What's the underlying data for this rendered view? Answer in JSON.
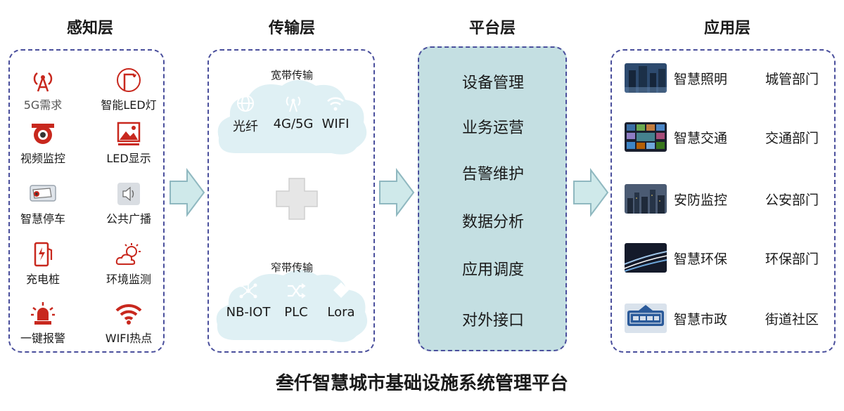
{
  "columns": {
    "sense": "感知层",
    "transport": "传输层",
    "platform": "平台层",
    "application": "应用层"
  },
  "sense_items": [
    {
      "label": "5G需求",
      "icon": "antenna-tower-icon"
    },
    {
      "label": "智能LED灯",
      "icon": "street-lamp-icon"
    },
    {
      "label": "视频监控",
      "icon": "camera-icon"
    },
    {
      "label": "LED显示",
      "icon": "image-display-icon"
    },
    {
      "label": "智慧停车",
      "icon": "cctv-camera-icon"
    },
    {
      "label": "公共广播",
      "icon": "speaker-icon"
    },
    {
      "label": "充电桩",
      "icon": "charging-pile-icon"
    },
    {
      "label": "环境监测",
      "icon": "weather-icon"
    },
    {
      "label": "一键报警",
      "icon": "alarm-siren-icon"
    },
    {
      "label": "WIFI热点",
      "icon": "wifi-icon"
    }
  ],
  "broadband": {
    "title": "宽带传输",
    "items": [
      {
        "label": "光纤",
        "icon": "globe-icon"
      },
      {
        "label": "4G/5G",
        "icon": "signal-tower-icon"
      },
      {
        "label": "WIFI",
        "icon": "wifi-icon"
      }
    ]
  },
  "narrowband": {
    "title": "窄带传输",
    "items": [
      {
        "label": "NB-IOT",
        "icon": "network-nodes-icon"
      },
      {
        "label": "PLC",
        "icon": "shuffle-icon"
      },
      {
        "label": "Lora",
        "icon": "diamond-tag-icon"
      }
    ]
  },
  "platform_items": [
    "设备管理",
    "业务运营",
    "告警维护",
    "数据分析",
    "应用调度",
    "对外接口"
  ],
  "applications": [
    {
      "name": "智慧照明",
      "dept": "城管部门"
    },
    {
      "name": "智慧交通",
      "dept": "交通部门"
    },
    {
      "name": "安防监控",
      "dept": "公安部门"
    },
    {
      "name": "智慧环保",
      "dept": "环保部门"
    },
    {
      "name": "智慧市政",
      "dept": "街道社区"
    }
  ],
  "footer": "叁仟智慧城市基础设施系统管理平台",
  "colors": {
    "accent_red": "#c8281e",
    "box_border": "#4a4f9c",
    "platform_fill": "#c4dfe2",
    "arrow_fill": "#cfe9ea",
    "arrow_stroke": "#8fb8c0",
    "cloud_fill": "#dff0f4"
  }
}
